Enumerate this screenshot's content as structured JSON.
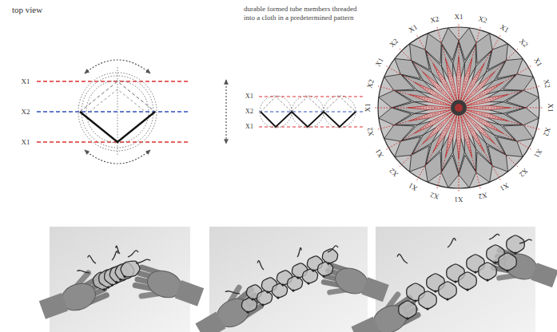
{
  "diagram": {
    "labels": [
      "top view",
      "X1",
      "X2",
      "X1",
      "durable formed tube members threaded into a cloth in a predetermined pattern",
      "X1",
      "X2",
      "X1",
      "X1",
      "X2",
      "X1",
      "X2",
      "X1",
      "X2",
      "X1",
      "X2",
      "X1",
      "X2",
      "X1",
      "X2",
      "X1",
      "X2",
      "X1",
      "X2",
      "X1",
      "X2",
      "X1",
      "X2",
      "X1",
      "X2",
      "X1",
      "X2"
    ]
  }
}
